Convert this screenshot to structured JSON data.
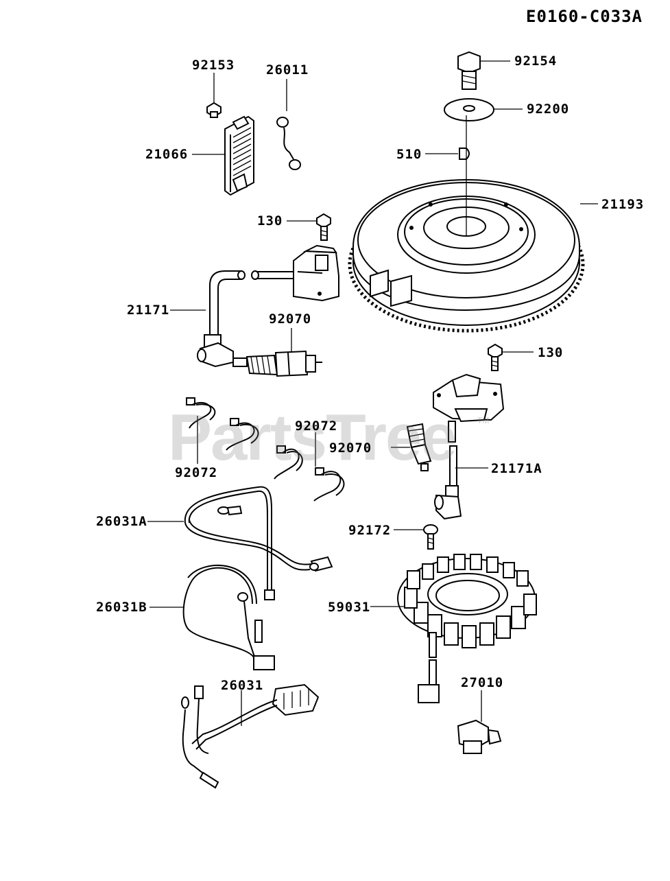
{
  "diagram": {
    "code": "E0160-C033A",
    "watermark": "PartsTree",
    "watermark_tm": "TM",
    "labels": {
      "p92153": "92153",
      "p26011": "26011",
      "p21066": "21066",
      "p130a": "130",
      "p21171": "21171",
      "p92070a": "92070",
      "p92072a": "92072",
      "p92072b": "92072",
      "p26031A": "26031A",
      "p26031B": "26031B",
      "p26031": "26031",
      "p92154": "92154",
      "p92200": "92200",
      "p510": "510",
      "p21193": "21193",
      "p130b": "130",
      "p92070b": "92070",
      "p21171A": "21171A",
      "p92172": "92172",
      "p59031": "59031",
      "p27010": "27010"
    }
  }
}
